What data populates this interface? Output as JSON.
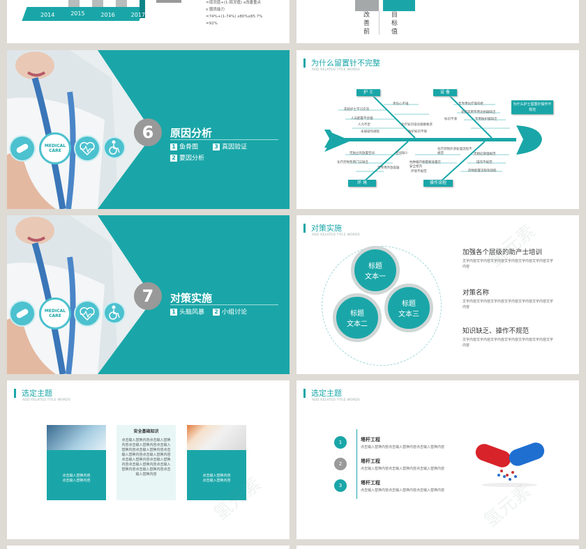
{
  "top_left": {
    "years": [
      "2014",
      "2015",
      "2016",
      "2017"
    ]
  },
  "top_mid": {
    "formula": [
      "=现况值+(1-现况值) x改善重点",
      "x 圈员能力",
      "=74%+(1-74%) x80%x85.7%",
      "=92%"
    ]
  },
  "top_right": {
    "labels": [
      "改\n善\n前",
      "目\n标\n值"
    ]
  },
  "section6": {
    "number": "6",
    "title": "原因分析",
    "items": [
      {
        "n": "1",
        "t": "鱼骨图"
      },
      {
        "n": "3",
        "t": "真因验证"
      },
      {
        "n": "2",
        "t": "要因分析"
      }
    ],
    "medical": "MEDICAL\nCARE"
  },
  "fishbone": {
    "title": "为什么留置针不完整",
    "subtitle": "ADD RELATED TITLE WORDS",
    "head": "为什么护士留置针操作不规范",
    "categories": [
      "护 士",
      "设 备",
      "环 境",
      "操作流程"
    ],
    "causes_tl": [
      "责任心不强",
      "年轻护士学习交流",
      "人员配置不合理",
      "人力不足",
      "未按操作规程"
    ],
    "causes_tl2": [
      "防护意识不强",
      "",
      "",
      "化疗知识培训观察要求",
      "防护知识不够"
    ],
    "causes_tr": [
      "无专用化疗操作柜",
      "化疗药用专用注射器缺乏",
      "标识不清",
      "专用防护服缺乏"
    ],
    "causes_bl": [
      "无独立的放置空间",
      "化疗药物专用门诊缺乏",
      "",
      "无专用存放容器"
    ],
    "causes_bl2": [
      "空间缺少",
      "",
      "抗肿瘤药物需要放置在",
      "安全柜内",
      "环境不规范"
    ],
    "causes_br": [
      "化疗药物外渗处理流程不规范",
      "无相应管理规范",
      "操作不规范",
      "药物配置流程有缺陷"
    ]
  },
  "section7": {
    "number": "7",
    "title": "对策实施",
    "items": [
      {
        "n": "1",
        "t": "头脑风暴"
      },
      {
        "n": "2",
        "t": "小组讨论"
      }
    ],
    "medical": "MEDICAL\nCARE"
  },
  "strategy": {
    "title": "对策实施",
    "subtitle": "ADD RELATED TITLE WORDS",
    "circles": [
      {
        "t1": "标题",
        "t2": "文本一"
      },
      {
        "t1": "标题",
        "t2": "文本二"
      },
      {
        "t1": "标题",
        "t2": "文本三"
      }
    ],
    "points": [
      {
        "h": "加强各个层级的助产士培训",
        "b": "文字内容文字内容文字内容文字内容文字内容文字内容文字内容"
      },
      {
        "h": "对策名称",
        "b": "文字内容文字内容文字内容文字内容文字内容文字内容文字内容"
      },
      {
        "h": "知识缺乏、操作不规范",
        "b": "文字内容文字内容文字内容文字内容文字内容文字内容文字内容"
      }
    ]
  },
  "topic1": {
    "title": "选定主题",
    "subtitle": "ADD RELATED TITLE WORDS",
    "mid_title": "安全基础知识",
    "mid_text": "点击输入替换内容点击输入替换内容点击输入替换内容点击输入替换内容点击输入替换内容点击输入替换内容点击输入替换内容点击输入替换内容点击输入替换内容点击输入替换内容点击输入替换内容点击输入替换内容点击输入替换内容",
    "left_text": "点击输入替换内容\n点击输入替换内容",
    "right_text": "点击输入替换内容\n点击输入替换内容"
  },
  "topic2": {
    "title": "选定主题",
    "subtitle": "ADD RELATED TITLE WORDS",
    "steps": [
      {
        "n": "1",
        "h": "塔杆工程",
        "b": "点击输入替换内容点击输入替换内容点击输入替换内容"
      },
      {
        "n": "2",
        "h": "塔杆工程",
        "b": "点击输入替换内容点击输入替换内容点击输入替换内容"
      },
      {
        "n": "3",
        "h": "塔杆工程",
        "b": "点击输入替换内容点击输入替换内容点击输入替换内容"
      }
    ]
  },
  "watermark": "氢元素",
  "colors": {
    "teal": "#1aa6a8",
    "gray_bg": "#dedad4",
    "badge": "#999999"
  }
}
